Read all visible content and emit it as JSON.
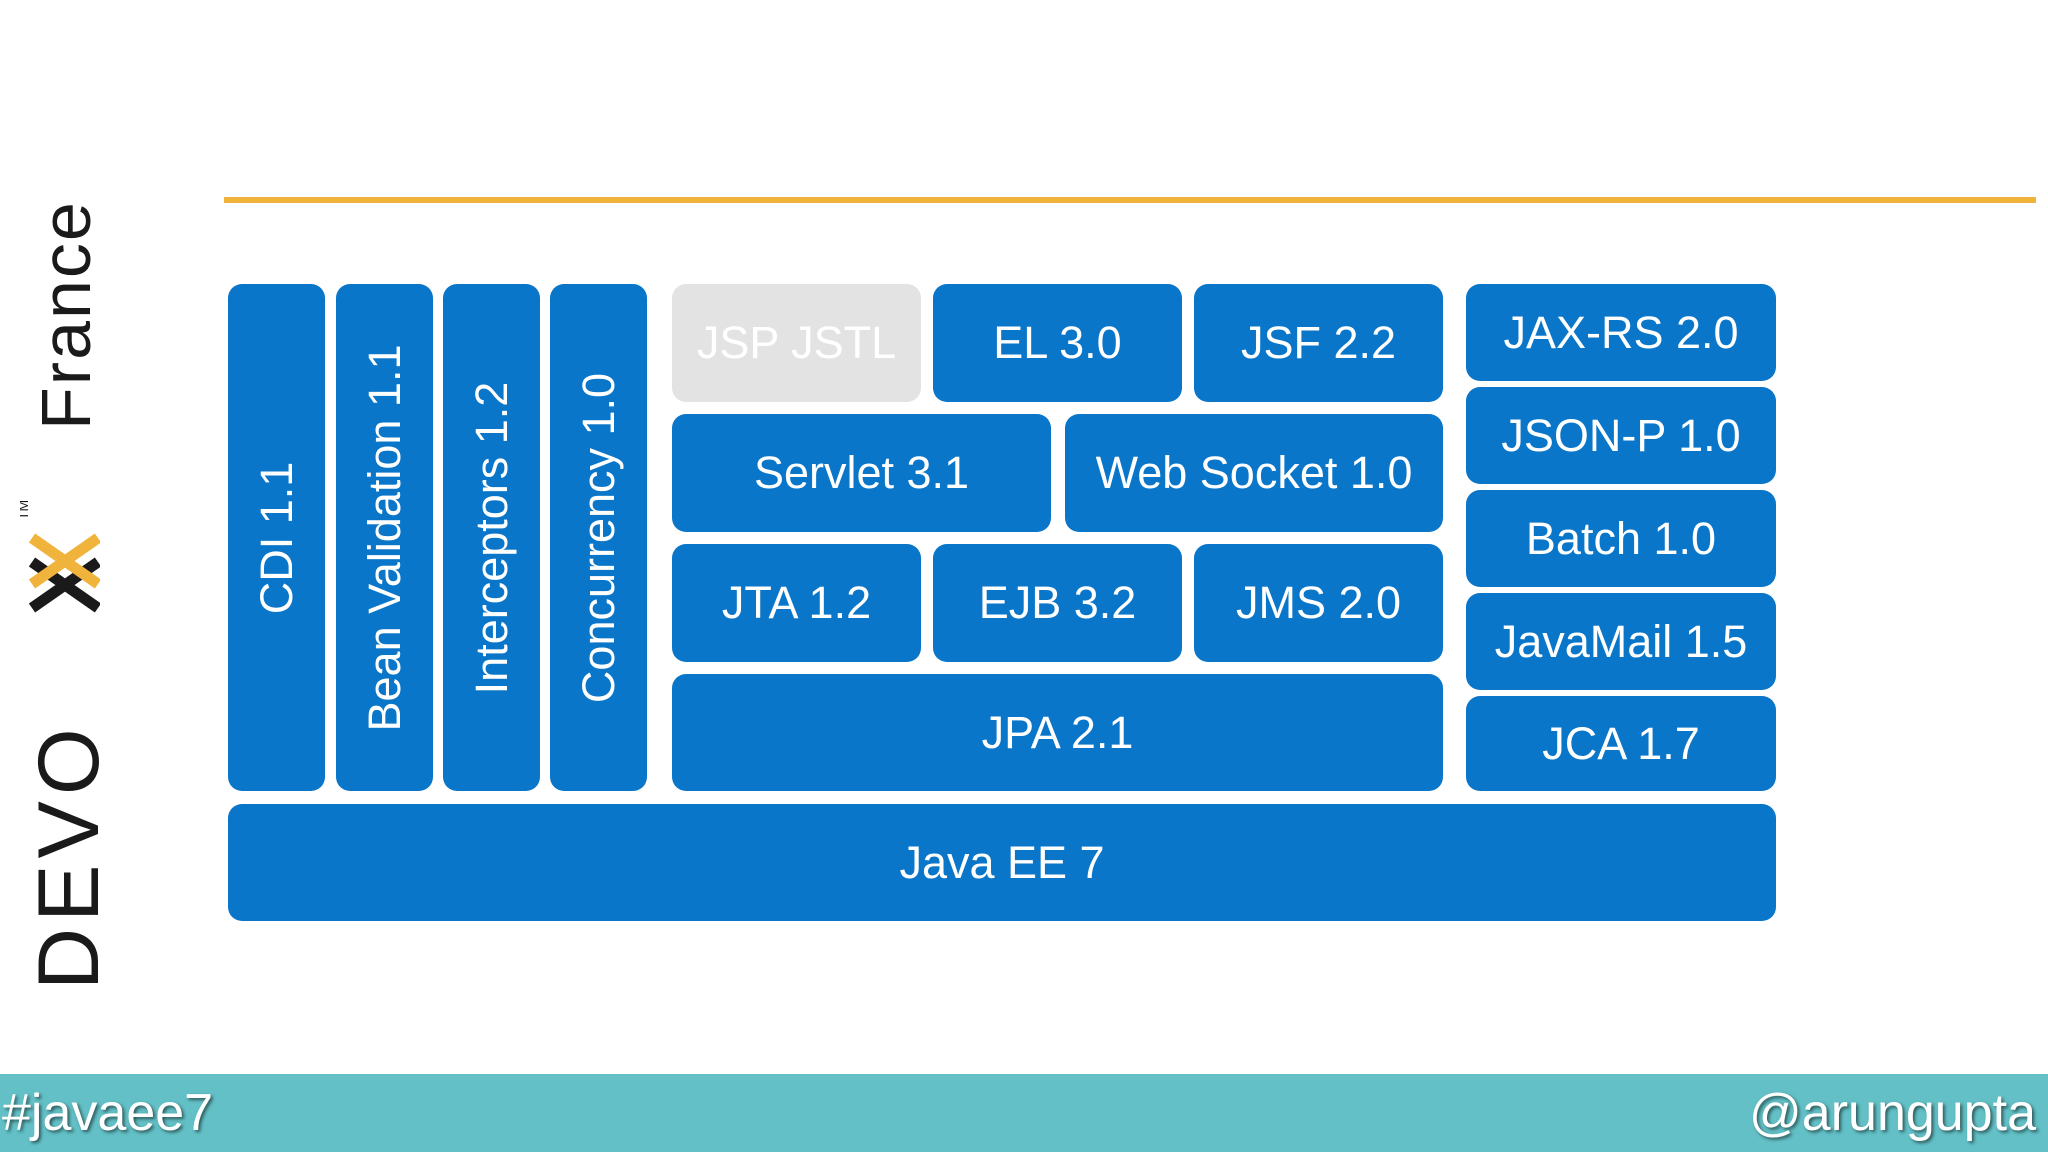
{
  "logo": {
    "brand": "DEVOXX",
    "region": "France",
    "trademark": "TM",
    "accent_color": "#f0b43c",
    "text_color": "#1a1a1a"
  },
  "colors": {
    "box_blue": "#0a76c9",
    "box_muted": "#e3e3e3",
    "footer_teal": "#62c0c6",
    "rule_gold": "#f0b43c"
  },
  "diagram": {
    "vertical": {
      "cdi": "CDI 1.1",
      "bean_validation": "Bean Validation 1.1",
      "interceptors": "Interceptors 1.2",
      "concurrency": "Concurrency 1.0"
    },
    "web": {
      "jsp_jstl": "JSP JSTL",
      "el": "EL 3.0",
      "jsf": "JSF 2.2",
      "servlet": "Servlet 3.1",
      "websocket": "Web Socket 1.0"
    },
    "business": {
      "jta": "JTA 1.2",
      "ejb": "EJB 3.2",
      "jms": "JMS 2.0",
      "jpa": "JPA 2.1"
    },
    "right": {
      "jaxrs": "JAX-RS 2.0",
      "jsonp": "JSON-P 1.0",
      "batch": "Batch 1.0",
      "javamail": "JavaMail 1.5",
      "jca": "JCA 1.7"
    },
    "platform": "Java EE 7"
  },
  "footer": {
    "hashtag": "#javaee7",
    "handle": "@arungupta"
  }
}
